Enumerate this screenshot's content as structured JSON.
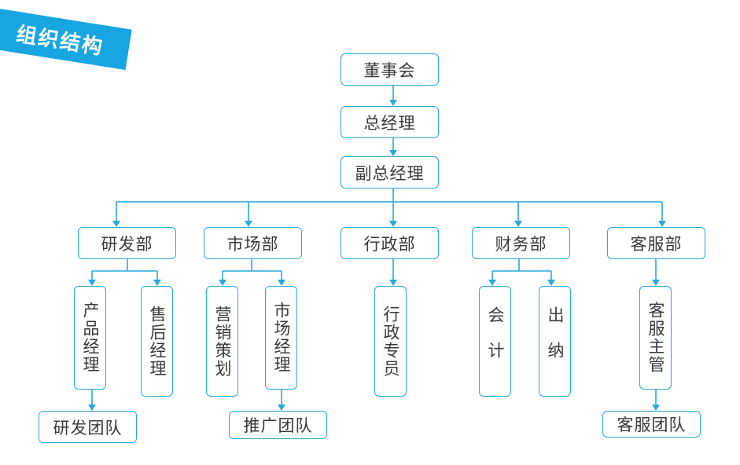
{
  "banner": {
    "title": "组织结构"
  },
  "colors": {
    "accent": "#18a6e2",
    "line": "#29a9de",
    "text": "#3a3a3a"
  },
  "nodes": {
    "board": "董事会",
    "gm": "总经理",
    "vgm": "副总经理",
    "rd": "研发部",
    "market": "市场部",
    "admin": "行政部",
    "finance": "财务部",
    "service": "客服部",
    "product_manager": "产品经理",
    "after_sales_manager": "售后经理",
    "marketing_planning": "营销策划",
    "market_manager": "市场经理",
    "admin_specialist": "行政专员",
    "accountant": "会计",
    "cashier": "出纳",
    "service_supervisor": "客服主管",
    "rd_team": "研发团队",
    "promotion_team": "推广团队",
    "service_team": "客服团队"
  }
}
